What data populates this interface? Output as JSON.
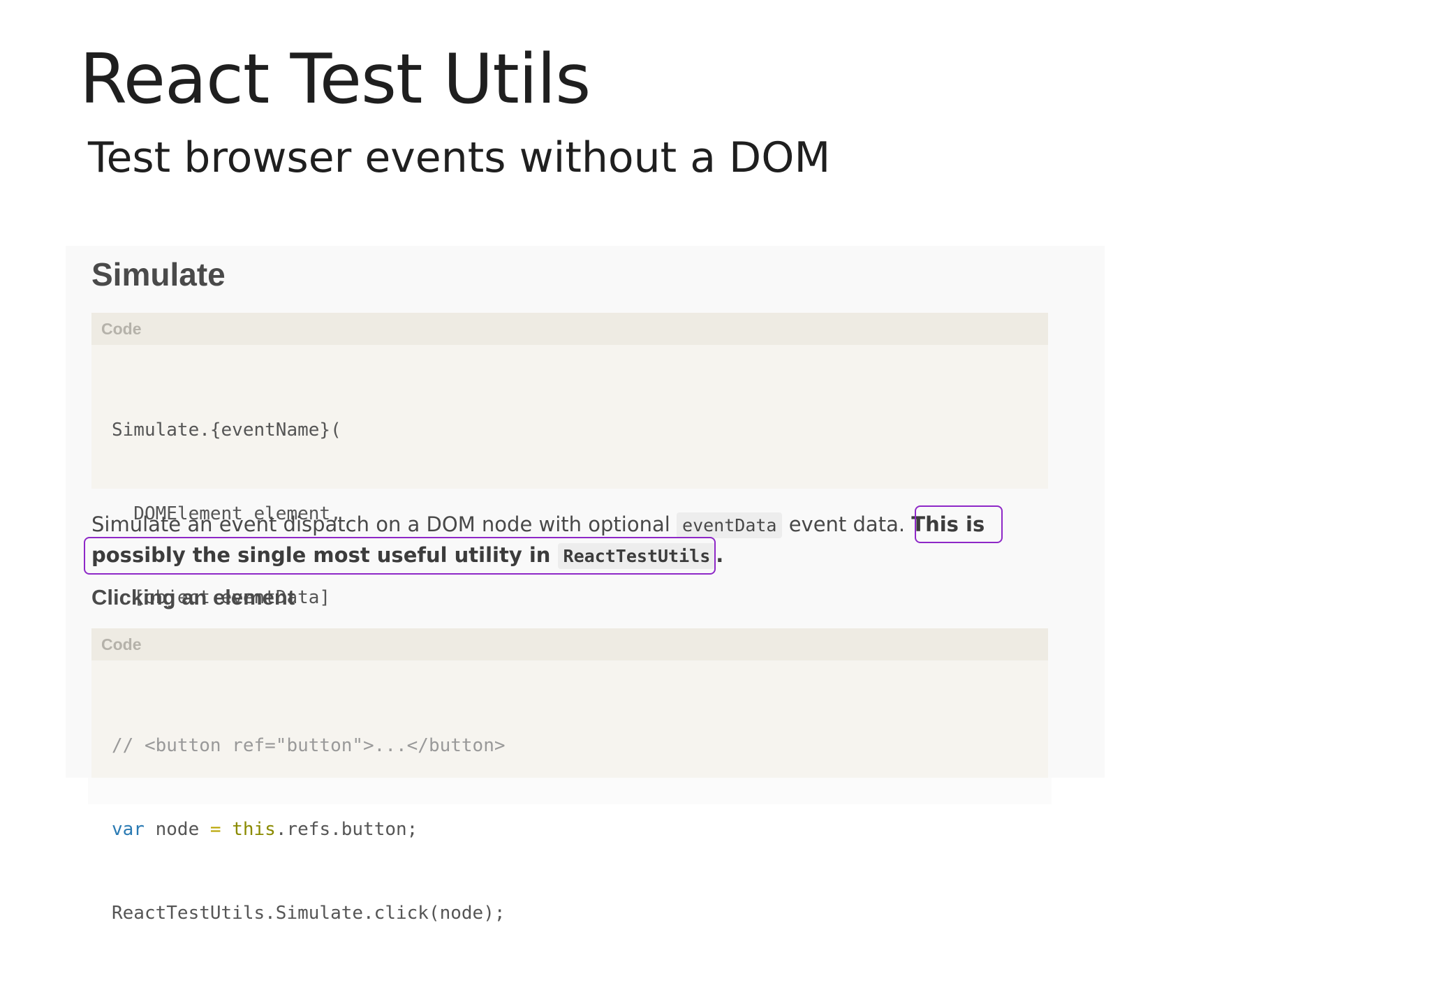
{
  "slide": {
    "title": "React Test Utils",
    "subtitle": "Test browser events without a DOM"
  },
  "doc": {
    "section_heading": "Simulate",
    "signature_block": {
      "header": "Code",
      "lines": [
        "Simulate.{eventName}(",
        "  DOMElement element,",
        "  [object eventData]",
        ")"
      ]
    },
    "paragraph": {
      "text_before_code": "Simulate an event dispatch on a DOM node with optional ",
      "inline_code": "eventData",
      "text_after_code": " event data.",
      "bold_text": "This is possibly the single most useful utility in ",
      "bold_code": "ReactTestUtils",
      "bold_end": "."
    },
    "sub_heading": "Clicking an element",
    "example_block": {
      "header": "Code",
      "comment_line": "// <button ref=\"button\">...</button>",
      "line2": {
        "keyword": "var",
        "name": " node ",
        "operator": "=",
        "this_kw": " this",
        "rest": ".refs.button;"
      },
      "line3": "ReactTestUtils.Simulate.click(node);"
    }
  },
  "colors": {
    "highlight_border": "#8e28c7",
    "code_background": "#f6f4ef",
    "code_header_background": "#eeebe3",
    "keyword": "#2a7ab3"
  }
}
